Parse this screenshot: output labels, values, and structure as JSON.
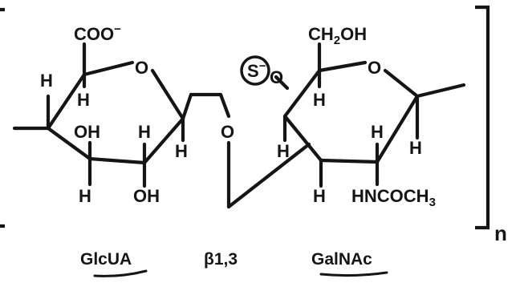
{
  "glcua": {
    "carboxylate": "COO",
    "charge": "−",
    "ring_oxygen": "O",
    "h_top_left": "H",
    "h_inner_left": "H",
    "oh_lower_left": "OH",
    "h_inner_right": "H",
    "h_right": "H",
    "h_bottom_left": "H",
    "oh_bottom": "OH"
  },
  "linkage": {
    "oxygen": "O"
  },
  "galnac": {
    "ch2oh_main": "CH",
    "ch2oh_sub": "2",
    "ch2oh_tail": "OH",
    "ring_oxygen": "O",
    "sulfate_symbol": "S",
    "sulfate_charge": "−",
    "sulfate_oxygen": "O",
    "h_upper_left": "H",
    "h_left": "H",
    "h_inner_right": "H",
    "h_right": "H",
    "h_bottom": "H",
    "acetamido_main": "HNCOCH",
    "acetamido_sub": "3"
  },
  "repeat_subscript": "n",
  "labels": {
    "glcua": "GlcUA",
    "bond": "β1,3",
    "galnac": "GalNAc"
  }
}
